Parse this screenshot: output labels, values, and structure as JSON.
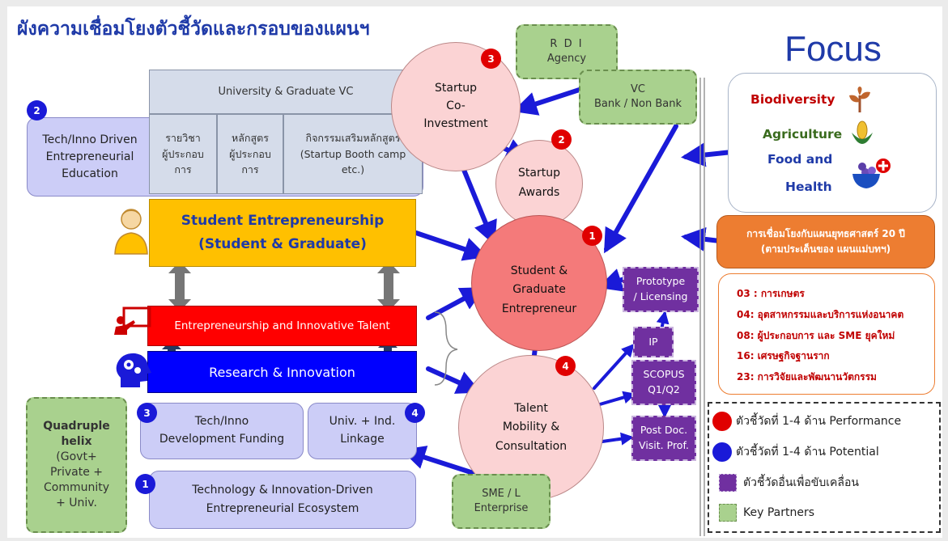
{
  "title": "ผังความเชื่อมโยงตัวชี้วัดและกรอบของแผนฯ",
  "focus": {
    "heading": "Focus",
    "items": [
      "Biodiversity",
      "Agriculture",
      "Food and",
      "Health"
    ]
  },
  "university_vc": "University & Graduate VC",
  "education": {
    "badge": "2",
    "lines": [
      "Tech/Inno Driven",
      "Entrepreneurial",
      "Education"
    ],
    "cells": [
      [
        "รายวิชา",
        "ผู้ประกอบ",
        "การ"
      ],
      [
        "หลักสูตร",
        "ผู้ประกอบ",
        "การ"
      ],
      [
        "กิจกรรมเสริมหลักสูตร",
        "(Startup Booth camp",
        "etc.)"
      ]
    ]
  },
  "student_entrepreneurship": [
    "Student Entrepreneurship",
    "(Student & Graduate)"
  ],
  "innovative_talent": "Entrepreneurship and Innovative Talent",
  "research_innovation": "Research & Innovation",
  "bottom_boxes": {
    "funding": {
      "badge": "3",
      "lines": [
        "Tech/Inno",
        "Development Funding"
      ]
    },
    "linkage": {
      "badge": "4",
      "lines": [
        "Univ. + Ind.",
        "Linkage"
      ]
    },
    "ecosystem": {
      "badge": "1",
      "lines": [
        "Technology & Innovation-Driven",
        "Entrepreneurial Ecosystem"
      ]
    }
  },
  "quadruple": [
    "Quadruple",
    "helix",
    "(Govt+",
    "Private +",
    "Community",
    "+ Univ."
  ],
  "circles": {
    "coinvest": {
      "badge": "3",
      "lines": [
        "Startup",
        "Co-",
        "Investment"
      ]
    },
    "awards": {
      "badge": "2",
      "lines": [
        "Startup",
        "Awards"
      ]
    },
    "graduate": {
      "badge": "1",
      "lines": [
        "Student &",
        "Graduate",
        "Entrepreneur"
      ]
    },
    "talent": {
      "badge": "4",
      "lines": [
        "Talent",
        "Mobility &",
        "Consultation"
      ]
    }
  },
  "partners": {
    "rdi": [
      "R D I",
      "Agency"
    ],
    "vc": [
      "VC",
      "Bank / Non Bank"
    ],
    "sme": [
      "SME / L",
      "Enterprise"
    ]
  },
  "purple_boxes": {
    "prototype": [
      "Prototype",
      "/ Licensing"
    ],
    "ip": [
      "IP"
    ],
    "scopus": [
      "SCOPUS",
      "Q1/Q2"
    ],
    "postdoc": [
      "Post Doc.",
      "Visit. Prof."
    ]
  },
  "strategy": {
    "header": [
      "การเชื่อมโยงกับแผนยุทธศาสตร์ 20 ปี",
      "(ตามประเด็นของ แผนแม่บทฯ)"
    ],
    "items": [
      "03 : การเกษตร",
      "04: อุตสาหกรรมและบริการแห่งอนาคต",
      "08: ผู้ประกอบการ และ SME ยุคใหม่",
      "16: เศรษฐกิจฐานราก",
      "23: การวิจัยและพัฒนานวัตกรรม"
    ]
  },
  "legend": [
    {
      "label": "ตัวชี้วัดที่ 1-4 ด้าน Performance",
      "color": "#e00000",
      "shape": "circle"
    },
    {
      "label": "ตัวชี้วัดที่ 1-4 ด้าน Potential",
      "color": "#1a1ad8",
      "shape": "circle"
    },
    {
      "label": "ตัวชี้วัดอื่นเพื่อขับเคลื่อน",
      "color": "#7030a0",
      "shape": "square"
    },
    {
      "label": "Key Partners",
      "color": "#a9d18e",
      "shape": "square"
    }
  ],
  "colors": {
    "arrow": "#1a1ad8",
    "student_box": "#ffc000",
    "talent_bar": "#ff0000",
    "research_bar": "#0000ff",
    "strategy_header": "#ed7d31",
    "strategy_text": "#c00000"
  }
}
